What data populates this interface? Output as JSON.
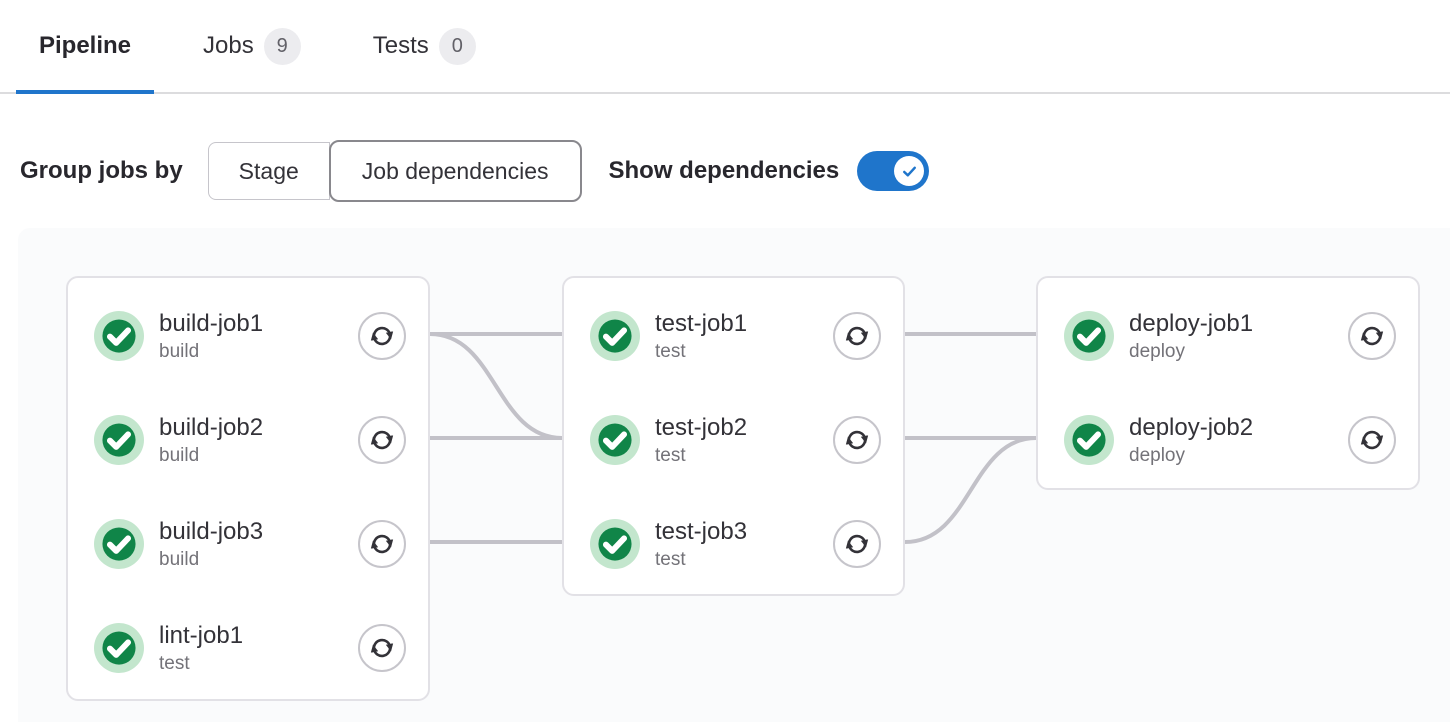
{
  "tabs": [
    {
      "label": "Pipeline",
      "active": true
    },
    {
      "label": "Jobs",
      "count": "9",
      "active": false
    },
    {
      "label": "Tests",
      "count": "0",
      "active": false
    }
  ],
  "controls": {
    "group_jobs_by_label": "Group jobs by",
    "group_options": [
      {
        "label": "Stage",
        "selected": false
      },
      {
        "label": "Job dependencies",
        "selected": true
      }
    ],
    "show_dependencies_label": "Show dependencies",
    "show_dependencies_enabled": true
  },
  "pipeline_graph": {
    "columns": [
      {
        "jobs": [
          {
            "name": "build-job1",
            "stage": "build",
            "status": "success"
          },
          {
            "name": "build-job2",
            "stage": "build",
            "status": "success"
          },
          {
            "name": "build-job3",
            "stage": "build",
            "status": "success"
          },
          {
            "name": "lint-job1",
            "stage": "test",
            "status": "success"
          }
        ]
      },
      {
        "jobs": [
          {
            "name": "test-job1",
            "stage": "test",
            "status": "success"
          },
          {
            "name": "test-job2",
            "stage": "test",
            "status": "success"
          },
          {
            "name": "test-job3",
            "stage": "test",
            "status": "success"
          }
        ]
      },
      {
        "jobs": [
          {
            "name": "deploy-job1",
            "stage": "deploy",
            "status": "success"
          },
          {
            "name": "deploy-job2",
            "stage": "deploy",
            "status": "success"
          }
        ]
      }
    ],
    "dependencies": [
      {
        "from": "build-job1",
        "to": "test-job1"
      },
      {
        "from": "build-job1",
        "to": "test-job2"
      },
      {
        "from": "build-job2",
        "to": "test-job2"
      },
      {
        "from": "build-job3",
        "to": "test-job3"
      },
      {
        "from": "test-job1",
        "to": "deploy-job1"
      },
      {
        "from": "test-job2",
        "to": "deploy-job2"
      },
      {
        "from": "test-job3",
        "to": "deploy-job2"
      }
    ],
    "icons": {
      "job_status": "status-success-icon",
      "job_action": "retry-icon",
      "toggle_state": "check-icon"
    }
  },
  "colors": {
    "accent_blue": "#1f75cb",
    "success_green": "#108548",
    "success_green_light": "#c3e6cd",
    "dependency_link_gray": "#c2c1c8"
  }
}
